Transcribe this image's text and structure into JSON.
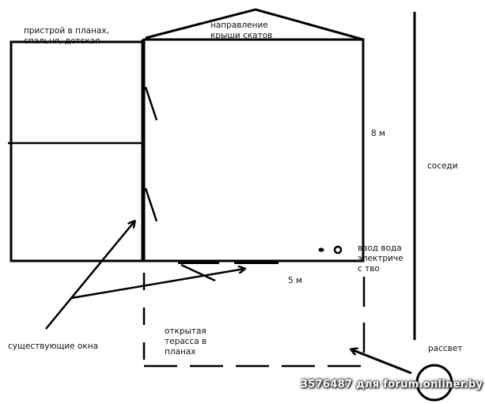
{
  "labels": {
    "extension": "пристрой в планах, спальня, детская",
    "roof": "направление крыши скатов",
    "length": "8 м",
    "neighbors": "соседи",
    "utilities": "ввод вода электричес тво",
    "width": "5 м",
    "windows": "существующие окна",
    "terrace": "открытая терасса в планах",
    "sunrise": "рассвет"
  },
  "watermark": "3576487 для forum.onliner.by",
  "colors": {
    "ink": "#000000",
    "background": "#ffffff"
  }
}
